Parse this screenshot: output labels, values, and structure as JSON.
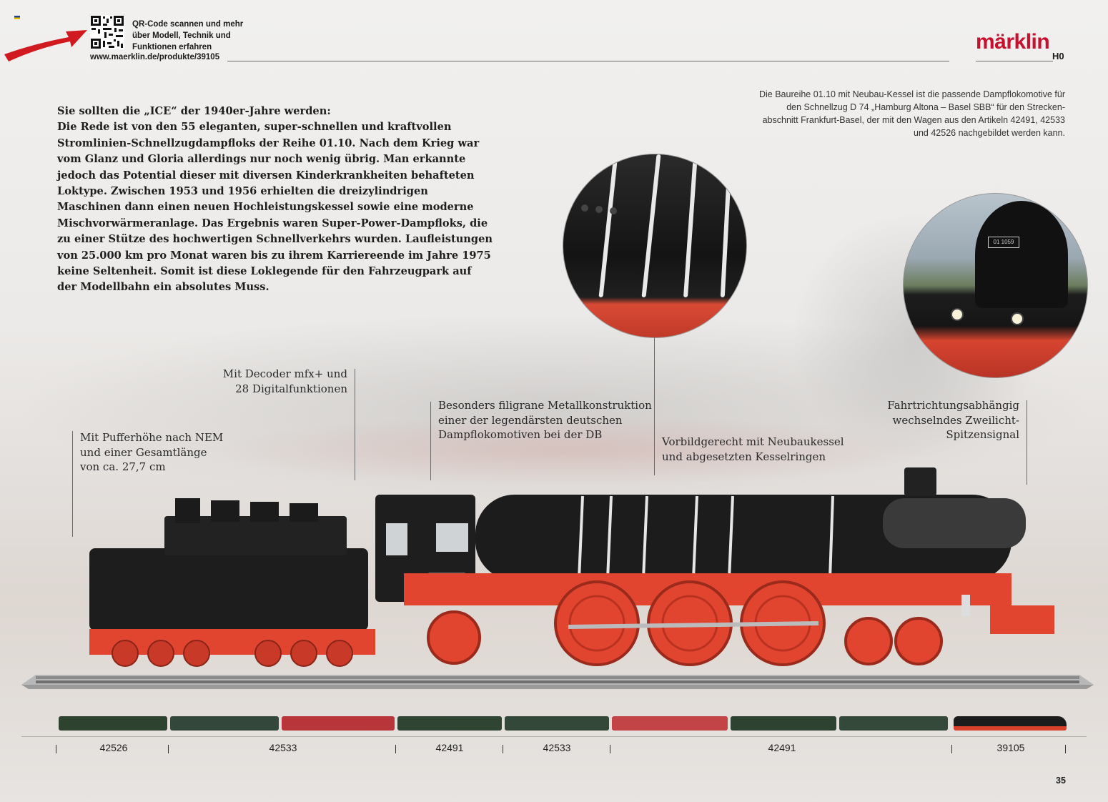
{
  "header": {
    "qr_text": "QR-Code scannen und mehr über Modell, Technik und Funktionen erfahren",
    "qr_url": "www.maerklin.de/produkte/39105",
    "logo_text": "märklin",
    "logo_scale": "H0"
  },
  "intro": {
    "heading": "Sie sollten die „ICE“ der 1940er-Jahre werden:",
    "body": "Die Rede ist von den 55 eleganten, super-schnellen und kraftvollen Stromlinien-Schnellzugdampfloks der Reihe 01.10. Nach dem Krieg war vom Glanz und Gloria allerdings nur noch wenig übrig. Man erkannte jedoch das Potential dieser mit diversen Kinderkrankheiten behafteten Loktype. Zwischen 1953 und 1956 erhielten die dreizylindrigen Maschinen dann einen neuen Hochleistungskessel sowie eine moderne Mischvorwärmeranlage. Das Ergebnis waren Super-Power-Dampfloks, die zu einer Stütze des hochwertigen Schnellverkehrs wurden. Laufleistungen von 25.000 km pro Monat waren bis zu ihrem Karriereende im Jahre 1975 keine Seltenheit. Somit ist diese Loklegende für den Fahrzeugpark auf der Modellbahn ein absolutes Muss."
  },
  "caption_right": "Die Baureihe 01.10 mit Neubau-Kessel ist die passende Dampflokomotive für den Schnellzug D 74 „Hamburg Altona – Basel SBB“ für den Strecken-abschnitt Frankfurt-Basel, der mit den Wagen aus den Artikeln 42491, 42533 und 42526 nachgebildet werden kann.",
  "callouts": {
    "buffer": [
      "Mit Pufferhöhe nach NEM",
      "und einer Gesamtlänge",
      "von ca. 27,7 cm"
    ],
    "decoder": [
      "Mit Decoder mfx+ und",
      "28 Digitalfunktionen"
    ],
    "metal": [
      "Besonders filigrane Metallkonstruktion",
      "einer der legendärsten deutschen",
      "Dampflokomotiven bei der DB"
    ],
    "boiler": [
      "Vorbildgerecht mit Neubaukessel",
      "und abgesetzten Kesselringen"
    ],
    "headlight": [
      "Fahrtrichtungsabhängig",
      "wechselndes Zweilicht-",
      "Spitzensignal"
    ]
  },
  "loco": {
    "number_plate": "01 1059"
  },
  "article_numbers": [
    "42526",
    "42533",
    "42491",
    "42533",
    "42491",
    "39105"
  ],
  "page_number": "35",
  "colors": {
    "brand_red": "#c8102e",
    "loco_red": "#e2452f",
    "loco_black": "#1c1c1c"
  }
}
